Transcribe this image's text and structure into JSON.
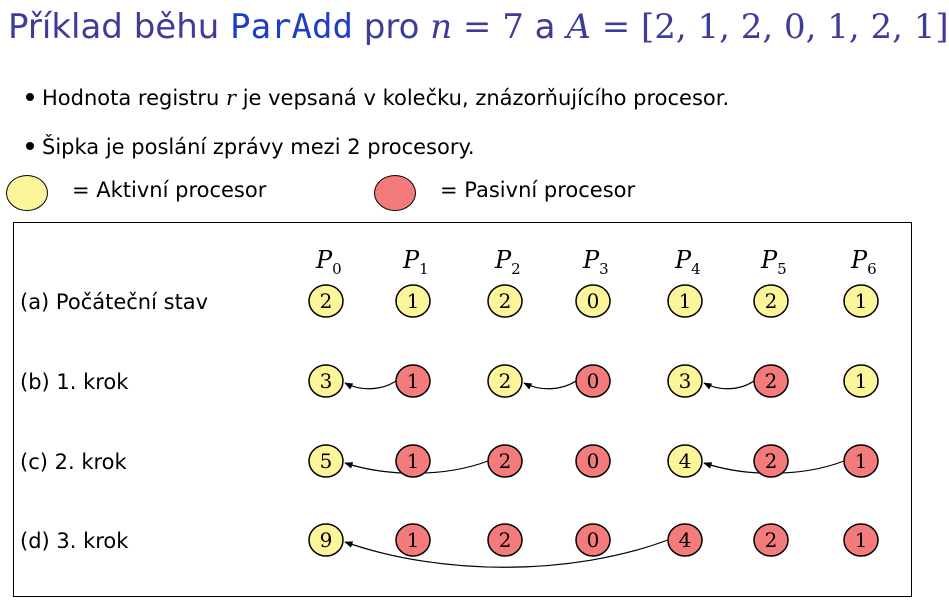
{
  "title": {
    "prefix": "Příklad běhu",
    "algo": "ParAdd",
    "pro": "pro",
    "n_var": "n",
    "n_eq": "= 7",
    "a": "a",
    "A_var": "A",
    "A_eq": "= [2, 1, 2, 0, 1, 2, 1]"
  },
  "bullets": {
    "b1_pre": "Hodnota registru",
    "b1_var": "r",
    "b1_post": "je vepsaná v kolečku, znázorňujícího procesor.",
    "b2": "Šipka je poslání zprávy mezi 2 procesory."
  },
  "legend": {
    "active": "= Aktivní procesor",
    "passive": "= Pasivní procesor"
  },
  "colors": {
    "active": "#fdf59a",
    "passive": "#f47b7b",
    "title": "#3d3d99",
    "algo": "#1f3ec4"
  },
  "diagram": {
    "processors": [
      "P0",
      "P1",
      "P2",
      "P3",
      "P4",
      "P5",
      "P6"
    ],
    "rows": [
      {
        "label": "(a) Počáteční stav",
        "values": [
          2,
          1,
          2,
          0,
          1,
          2,
          1
        ],
        "states": [
          "a",
          "a",
          "a",
          "a",
          "a",
          "a",
          "a"
        ],
        "arrows": []
      },
      {
        "label": "(b) 1. krok",
        "values": [
          3,
          1,
          2,
          0,
          3,
          2,
          1
        ],
        "states": [
          "a",
          "p",
          "a",
          "p",
          "a",
          "p",
          "a"
        ],
        "arrows": [
          [
            1,
            0
          ],
          [
            3,
            2
          ],
          [
            5,
            4
          ]
        ]
      },
      {
        "label": "(c) 2. krok",
        "values": [
          5,
          1,
          2,
          0,
          4,
          2,
          1
        ],
        "states": [
          "a",
          "p",
          "p",
          "p",
          "a",
          "p",
          "p"
        ],
        "arrows": [
          [
            2,
            0
          ],
          [
            6,
            4
          ]
        ]
      },
      {
        "label": "(d) 3. krok",
        "values": [
          9,
          1,
          2,
          0,
          4,
          2,
          1
        ],
        "states": [
          "a",
          "p",
          "p",
          "p",
          "p",
          "p",
          "p"
        ],
        "arrows": [
          [
            4,
            0
          ]
        ]
      }
    ]
  }
}
